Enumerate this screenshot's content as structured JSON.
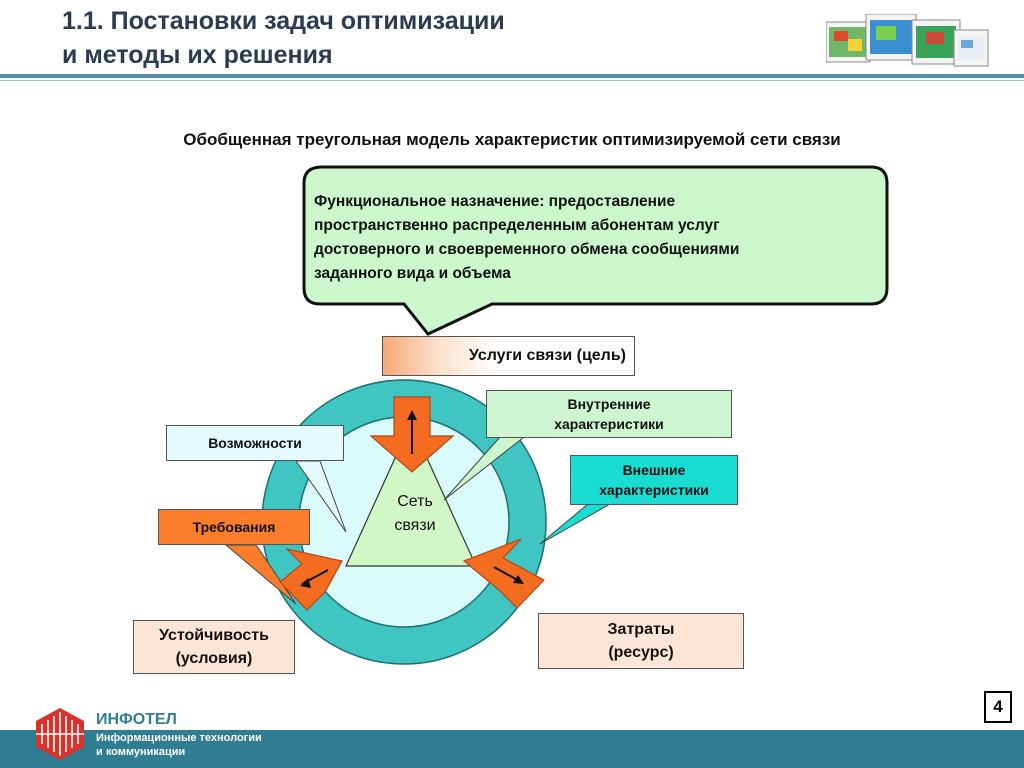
{
  "title": {
    "line1": "1.1. Постановки задач оптимизации",
    "line2": "и методы их решения"
  },
  "subtitle": "Обобщенная треугольная модель характеристик оптимизируемой сети связи",
  "callout": [
    "Функциональное назначение: предоставление",
    "пространственно распределенным абонентам услуг",
    "достоверного и своевременного обмена сообщениями",
    "заданного вида и объема"
  ],
  "labels": {
    "goal": "Услуги связи (цель)",
    "internal": [
      "Внутренние",
      "характеристики"
    ],
    "capabilities": "Возможности",
    "external": [
      "Внешние",
      "характеристики"
    ],
    "requirements": "Требования",
    "stability": [
      "Устойчивость",
      "(условия)"
    ],
    "costs": [
      "Затраты",
      "(ресурс)"
    ],
    "network": [
      "Сеть",
      "связи"
    ]
  },
  "page_number": "4",
  "footer": {
    "brand": "ИНФОТЕЛ",
    "tagline": [
      "Информационные технологии",
      "и коммуникации"
    ]
  },
  "colors": {
    "header_text": "#2a3b52",
    "accent_line": "#4e8fa6",
    "callout_fill": "#ccf7cc",
    "ring_fill": "#3fc6c2",
    "inner_circle": "#d9fbfb",
    "triangle_fill": "#d2f7c6",
    "arrow_fill": "#f36c1f",
    "footer_bar": "#2f7d93",
    "logo_red": "#d9342b"
  }
}
